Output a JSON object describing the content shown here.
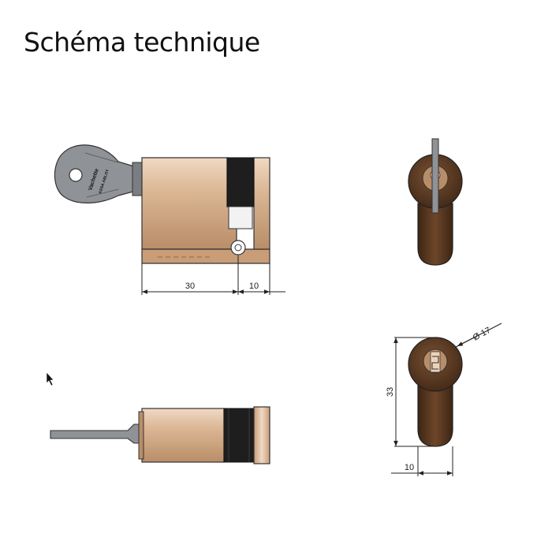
{
  "title": "Schéma technique",
  "key_brand": "Vachette",
  "key_brand_sub": "ASSA ABLOY",
  "colors": {
    "brass": "#d6b08f",
    "brass_dark": "#b98d68",
    "brass_light": "#ecd2b8",
    "cam_black": "#1e1e1e",
    "key_grey": "#8f9297",
    "profile_brown": "#5b3a22",
    "profile_dark": "#3d2514",
    "line": "#222222"
  },
  "dimensions": {
    "side_length_body": "30",
    "side_length_cam": "10",
    "profile_height": "33",
    "profile_diameter": "Ø 17",
    "profile_offset": "10"
  }
}
